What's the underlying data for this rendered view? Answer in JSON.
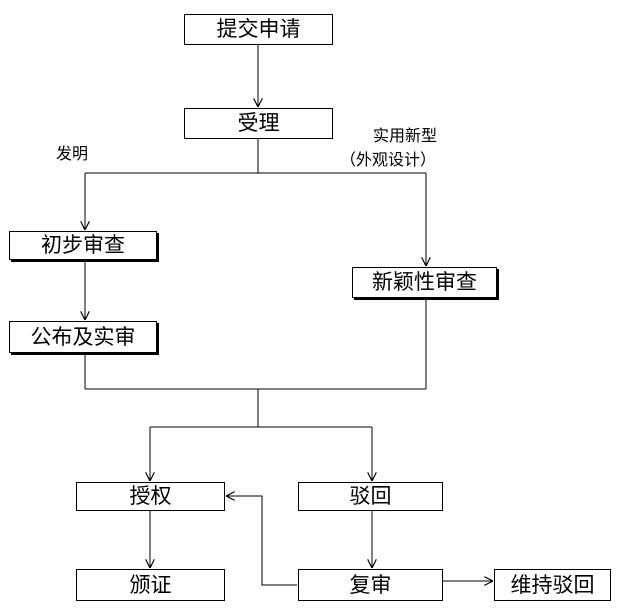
{
  "nodes": {
    "submit": "提交申请",
    "accept": "受理",
    "prelim": "初步审查",
    "publish": "公布及实审",
    "novelty": "新颖性审查",
    "grant": "授权",
    "reject": "驳回",
    "certificate": "颁证",
    "reexam": "复审",
    "uphold": "维持驳回"
  },
  "branch_labels": {
    "invention": "发明",
    "utility_line1": "实用新型",
    "utility_line2": "（外观设计）"
  }
}
